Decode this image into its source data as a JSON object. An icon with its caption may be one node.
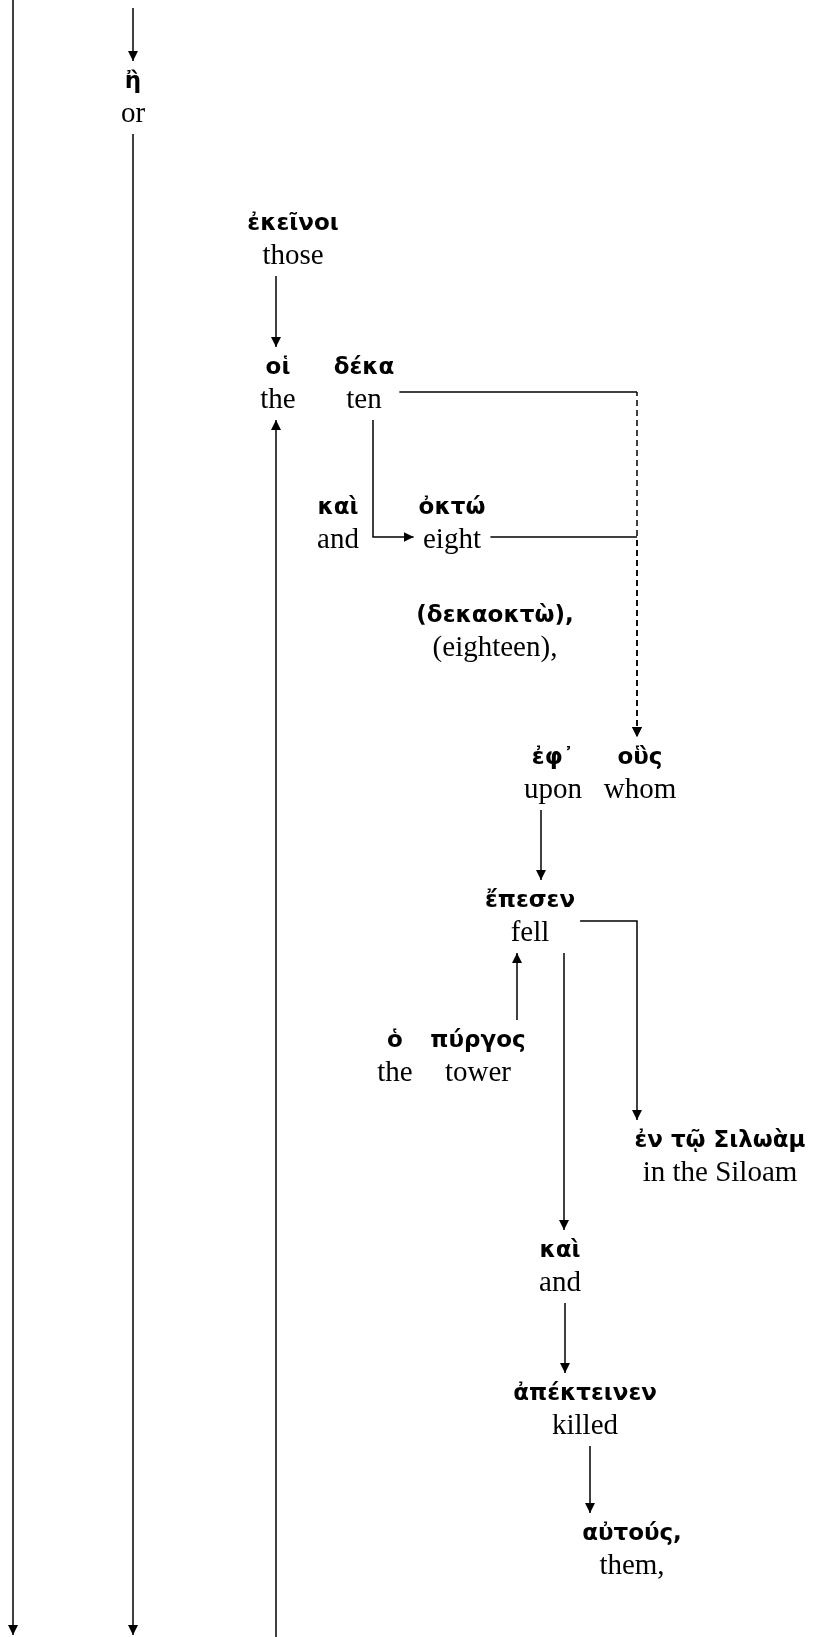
{
  "diagram": {
    "nodes": [
      {
        "text": [
          "ἢ",
          "or"
        ]
      },
      {
        "text": [
          "ἐκεῖνοι",
          "those"
        ]
      },
      {
        "text": [
          "οἱ",
          "the"
        ]
      },
      {
        "text": [
          "δέκα",
          "ten"
        ]
      },
      {
        "text": [
          "καὶ",
          "and"
        ]
      },
      {
        "text": [
          "ὀκτώ",
          "eight"
        ]
      },
      {
        "text": [
          "(δεκαοκτὼ),",
          "(eighteen),"
        ]
      },
      {
        "text": [
          "ἐφ᾽",
          "upon"
        ]
      },
      {
        "text": [
          "οὓς",
          "whom"
        ]
      },
      {
        "text": [
          "ἔπεσεν",
          "fell"
        ]
      },
      {
        "text": [
          "ὁ",
          "the"
        ]
      },
      {
        "text": [
          "πύργος",
          "tower"
        ]
      },
      {
        "text": [
          "ἐν τῷ Σιλωὰμ",
          "in the Siloam"
        ]
      },
      {
        "text": [
          "καὶ",
          "and"
        ]
      },
      {
        "text": [
          "ἀπέκτεινεν",
          "killed"
        ]
      },
      {
        "text": [
          "αὐτούς,",
          "them,"
        ]
      }
    ],
    "edges": [
      {
        "from": null,
        "to": 0,
        "arrow": "to"
      },
      {
        "from": 0,
        "to": null,
        "arrow": "to"
      },
      {
        "from": 1,
        "to": 2,
        "arrow": "to"
      },
      {
        "from": null,
        "to": 2,
        "arrow": "to"
      },
      {
        "from": 3,
        "to": 5,
        "arrow": "to"
      },
      {
        "from": 3,
        "to": 8,
        "arrow": "to",
        "style": "dashed"
      },
      {
        "from": 5,
        "to": 8,
        "arrow": "to",
        "style": "dashed"
      },
      {
        "from": 7,
        "to": 9,
        "arrow": "to"
      },
      {
        "from": 9,
        "to": 12,
        "arrow": "to"
      },
      {
        "from": 11,
        "to": 9,
        "arrow": "to"
      },
      {
        "from": 9,
        "to": 13,
        "arrow": "to"
      },
      {
        "from": 13,
        "to": 14,
        "arrow": "to"
      },
      {
        "from": 14,
        "to": 15,
        "arrow": "to"
      }
    ]
  }
}
